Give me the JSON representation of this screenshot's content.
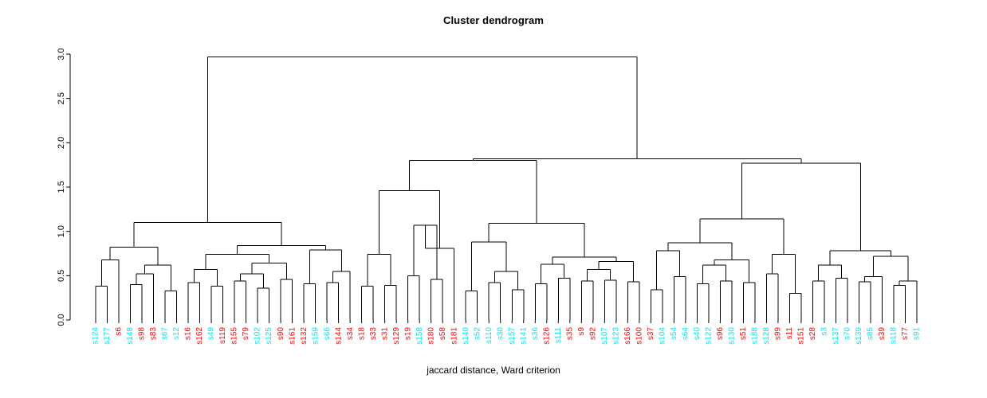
{
  "chart_data": {
    "type": "dendrogram",
    "title": "Cluster dendrogram",
    "xlabel": "jaccard distance, Ward criterion",
    "ylabel": "",
    "ylim": [
      0.0,
      3.0
    ],
    "yticks": [
      "0.0",
      "0.5",
      "1.0",
      "1.5",
      "2.0",
      "2.5",
      "3.0"
    ],
    "ytick_values": [
      0.0,
      0.5,
      1.0,
      1.5,
      2.0,
      2.5,
      3.0
    ],
    "grid": false,
    "legend": "none",
    "n_leaves": 73,
    "colors": {
      "group_cyan": "#00E5EE",
      "group_red": "#FF0000",
      "branch": "#000000",
      "axis": "#000000",
      "background": "#FFFFFF"
    },
    "leaves": [
      {
        "label": "s124",
        "color": "#00E5EE"
      },
      {
        "label": "s177",
        "color": "#00E5EE"
      },
      {
        "label": "s6",
        "color": "#FF0000"
      },
      {
        "label": "s148",
        "color": "#00E5EE"
      },
      {
        "label": "s98",
        "color": "#FF0000"
      },
      {
        "label": "s83",
        "color": "#FF0000"
      },
      {
        "label": "s67",
        "color": "#00E5EE"
      },
      {
        "label": "s12",
        "color": "#00E5EE"
      },
      {
        "label": "s16",
        "color": "#FF0000"
      },
      {
        "label": "s162",
        "color": "#FF0000"
      },
      {
        "label": "s49",
        "color": "#00E5EE"
      },
      {
        "label": "s119",
        "color": "#FF0000"
      },
      {
        "label": "s155",
        "color": "#FF0000"
      },
      {
        "label": "s79",
        "color": "#FF0000"
      },
      {
        "label": "s102",
        "color": "#00E5EE"
      },
      {
        "label": "s125",
        "color": "#00E5EE"
      },
      {
        "label": "s90",
        "color": "#FF0000"
      },
      {
        "label": "s161",
        "color": "#FF0000"
      },
      {
        "label": "s132",
        "color": "#FF0000"
      },
      {
        "label": "s159",
        "color": "#00E5EE"
      },
      {
        "label": "s66",
        "color": "#00E5EE"
      },
      {
        "label": "s144",
        "color": "#FF0000"
      },
      {
        "label": "s34",
        "color": "#FF0000"
      },
      {
        "label": "s18",
        "color": "#FF0000"
      },
      {
        "label": "s33",
        "color": "#FF0000"
      },
      {
        "label": "s31",
        "color": "#FF0000"
      },
      {
        "label": "s129",
        "color": "#FF0000"
      },
      {
        "label": "s19",
        "color": "#FF0000"
      },
      {
        "label": "s158",
        "color": "#00E5EE"
      },
      {
        "label": "s180",
        "color": "#FF0000"
      },
      {
        "label": "s58",
        "color": "#FF0000"
      },
      {
        "label": "s181",
        "color": "#FF0000"
      },
      {
        "label": "s140",
        "color": "#00E5EE"
      },
      {
        "label": "s52",
        "color": "#00E5EE"
      },
      {
        "label": "s110",
        "color": "#00E5EE"
      },
      {
        "label": "s30",
        "color": "#00E5EE"
      },
      {
        "label": "s157",
        "color": "#00E5EE"
      },
      {
        "label": "s141",
        "color": "#00E5EE"
      },
      {
        "label": "s36",
        "color": "#00E5EE"
      },
      {
        "label": "s126",
        "color": "#FF0000"
      },
      {
        "label": "s111",
        "color": "#00E5EE"
      },
      {
        "label": "s35",
        "color": "#FF0000"
      },
      {
        "label": "s9",
        "color": "#FF0000"
      },
      {
        "label": "s92",
        "color": "#FF0000"
      },
      {
        "label": "s107",
        "color": "#00E5EE"
      },
      {
        "label": "s123",
        "color": "#00E5EE"
      },
      {
        "label": "s166",
        "color": "#FF0000"
      },
      {
        "label": "s100",
        "color": "#FF0000"
      },
      {
        "label": "s37",
        "color": "#FF0000"
      },
      {
        "label": "s104",
        "color": "#00E5EE"
      },
      {
        "label": "s54",
        "color": "#00E5EE"
      },
      {
        "label": "s64",
        "color": "#00E5EE"
      },
      {
        "label": "s40",
        "color": "#00E5EE"
      },
      {
        "label": "s122",
        "color": "#00E5EE"
      },
      {
        "label": "s96",
        "color": "#FF0000"
      },
      {
        "label": "s130",
        "color": "#00E5EE"
      },
      {
        "label": "s51",
        "color": "#FF0000"
      },
      {
        "label": "s188",
        "color": "#00E5EE"
      },
      {
        "label": "s128",
        "color": "#00E5EE"
      },
      {
        "label": "s99",
        "color": "#FF0000"
      },
      {
        "label": "s11",
        "color": "#FF0000"
      },
      {
        "label": "s151",
        "color": "#FF0000"
      },
      {
        "label": "s28",
        "color": "#FF0000"
      },
      {
        "label": "s3",
        "color": "#00E5EE"
      },
      {
        "label": "s137",
        "color": "#00E5EE"
      },
      {
        "label": "s70",
        "color": "#00E5EE"
      },
      {
        "label": "s139",
        "color": "#00E5EE"
      },
      {
        "label": "s85",
        "color": "#00E5EE"
      },
      {
        "label": "s39",
        "color": "#FF0000"
      },
      {
        "label": "s118",
        "color": "#00E5EE"
      },
      {
        "label": "s77",
        "color": "#FF0000"
      },
      {
        "label": "s91",
        "color": "#00E5EE"
      }
    ],
    "merges": [
      {
        "id": "m1",
        "a": {
          "leaf": 0
        },
        "b": {
          "leaf": 1
        },
        "height": 0.38
      },
      {
        "id": "m2",
        "a": {
          "node": "m1"
        },
        "b": {
          "leaf": 2
        },
        "height": 0.68
      },
      {
        "id": "m3",
        "a": {
          "leaf": 3
        },
        "b": {
          "leaf": 4
        },
        "height": 0.4
      },
      {
        "id": "m4",
        "a": {
          "node": "m3"
        },
        "b": {
          "leaf": 5
        },
        "height": 0.52
      },
      {
        "id": "m5",
        "a": {
          "leaf": 6
        },
        "b": {
          "leaf": 7
        },
        "height": 0.33
      },
      {
        "id": "m6",
        "a": {
          "node": "m4"
        },
        "b": {
          "node": "m5"
        },
        "height": 0.62
      },
      {
        "id": "m7",
        "a": {
          "node": "m2"
        },
        "b": {
          "node": "m6"
        },
        "height": 0.82
      },
      {
        "id": "m8",
        "a": {
          "leaf": 8
        },
        "b": {
          "leaf": 9
        },
        "height": 0.42
      },
      {
        "id": "m9",
        "a": {
          "leaf": 10
        },
        "b": {
          "leaf": 11
        },
        "height": 0.38
      },
      {
        "id": "m10",
        "a": {
          "node": "m8"
        },
        "b": {
          "node": "m9"
        },
        "height": 0.57
      },
      {
        "id": "m11",
        "a": {
          "leaf": 12
        },
        "b": {
          "leaf": 13
        },
        "height": 0.44
      },
      {
        "id": "m12",
        "a": {
          "leaf": 14
        },
        "b": {
          "leaf": 15
        },
        "height": 0.36
      },
      {
        "id": "m13",
        "a": {
          "node": "m11"
        },
        "b": {
          "node": "m12"
        },
        "height": 0.52
      },
      {
        "id": "m14",
        "a": {
          "leaf": 16
        },
        "b": {
          "leaf": 17
        },
        "height": 0.46
      },
      {
        "id": "m15",
        "a": {
          "node": "m13"
        },
        "b": {
          "node": "m14"
        },
        "height": 0.64
      },
      {
        "id": "m16",
        "a": {
          "node": "m10"
        },
        "b": {
          "node": "m15"
        },
        "height": 0.74
      },
      {
        "id": "m17",
        "a": {
          "leaf": 18
        },
        "b": {
          "leaf": 19
        },
        "height": 0.41
      },
      {
        "id": "m18",
        "a": {
          "leaf": 20
        },
        "b": {
          "leaf": 21
        },
        "height": 0.42
      },
      {
        "id": "m19",
        "a": {
          "node": "m18"
        },
        "b": {
          "leaf": 22
        },
        "height": 0.55
      },
      {
        "id": "m20",
        "a": {
          "node": "m17"
        },
        "b": {
          "node": "m19"
        },
        "height": 0.79
      },
      {
        "id": "m21",
        "a": {
          "node": "m16"
        },
        "b": {
          "node": "m20"
        },
        "height": 0.84
      },
      {
        "id": "m22",
        "a": {
          "node": "m7"
        },
        "b": {
          "node": "m21"
        },
        "height": 1.1
      },
      {
        "id": "m23",
        "a": {
          "leaf": 23
        },
        "b": {
          "leaf": 24
        },
        "height": 0.38
      },
      {
        "id": "m24",
        "a": {
          "leaf": 25
        },
        "b": {
          "leaf": 26
        },
        "height": 0.39
      },
      {
        "id": "m25",
        "a": {
          "node": "m23"
        },
        "b": {
          "node": "m24"
        },
        "height": 0.74
      },
      {
        "id": "m26",
        "a": {
          "leaf": 27
        },
        "b": {
          "leaf": 28
        },
        "height": 0.5
      },
      {
        "id": "m27",
        "a": {
          "leaf": 29
        },
        "b": {
          "leaf": 30
        },
        "height": 0.46
      },
      {
        "id": "m28",
        "a": {
          "node": "m26"
        },
        "b": {
          "node": "m27"
        },
        "height": 1.07
      },
      {
        "id": "m29",
        "a": {
          "node": "m28"
        },
        "b": {
          "leaf": 31
        },
        "height": 0.81
      },
      {
        "id": "m30",
        "a": {
          "node": "m25"
        },
        "b": {
          "node": "m29"
        },
        "height": 1.46
      },
      {
        "id": "m31",
        "a": {
          "leaf": 32
        },
        "b": {
          "leaf": 33
        },
        "height": 0.33
      },
      {
        "id": "m32",
        "a": {
          "leaf": 34
        },
        "b": {
          "leaf": 35
        },
        "height": 0.42
      },
      {
        "id": "m33",
        "a": {
          "leaf": 36
        },
        "b": {
          "leaf": 37
        },
        "height": 0.34
      },
      {
        "id": "m34",
        "a": {
          "node": "m32"
        },
        "b": {
          "node": "m33"
        },
        "height": 0.55
      },
      {
        "id": "m35",
        "a": {
          "node": "m31"
        },
        "b": {
          "node": "m34"
        },
        "height": 0.88
      },
      {
        "id": "m36",
        "a": {
          "leaf": 38
        },
        "b": {
          "leaf": 39
        },
        "height": 0.41
      },
      {
        "id": "m37",
        "a": {
          "leaf": 40
        },
        "b": {
          "leaf": 41
        },
        "height": 0.47
      },
      {
        "id": "m38",
        "a": {
          "node": "m36"
        },
        "b": {
          "node": "m37"
        },
        "height": 0.63
      },
      {
        "id": "m39",
        "a": {
          "leaf": 42
        },
        "b": {
          "leaf": 43
        },
        "height": 0.44
      },
      {
        "id": "m40",
        "a": {
          "leaf": 44
        },
        "b": {
          "leaf": 45
        },
        "height": 0.45
      },
      {
        "id": "m41",
        "a": {
          "node": "m39"
        },
        "b": {
          "node": "m40"
        },
        "height": 0.57
      },
      {
        "id": "m42",
        "a": {
          "leaf": 46
        },
        "b": {
          "leaf": 47
        },
        "height": 0.43
      },
      {
        "id": "m43",
        "a": {
          "node": "m41"
        },
        "b": {
          "node": "m42"
        },
        "height": 0.66
      },
      {
        "id": "m44",
        "a": {
          "node": "m38"
        },
        "b": {
          "node": "m43"
        },
        "height": 0.71
      },
      {
        "id": "m45",
        "a": {
          "node": "m35"
        },
        "b": {
          "node": "m44"
        },
        "height": 1.09
      },
      {
        "id": "m46",
        "a": {
          "node": "m30"
        },
        "b": {
          "node": "m45"
        },
        "height": 1.8
      },
      {
        "id": "m47",
        "a": {
          "leaf": 48
        },
        "b": {
          "leaf": 49
        },
        "height": 0.34
      },
      {
        "id": "m48",
        "a": {
          "leaf": 50
        },
        "b": {
          "leaf": 51
        },
        "height": 0.49
      },
      {
        "id": "m49",
        "a": {
          "node": "m47"
        },
        "b": {
          "node": "m48"
        },
        "height": 0.78
      },
      {
        "id": "m50",
        "a": {
          "leaf": 52
        },
        "b": {
          "leaf": 53
        },
        "height": 0.41
      },
      {
        "id": "m51",
        "a": {
          "leaf": 54
        },
        "b": {
          "leaf": 55
        },
        "height": 0.44
      },
      {
        "id": "m52",
        "a": {
          "node": "m50"
        },
        "b": {
          "node": "m51"
        },
        "height": 0.62
      },
      {
        "id": "m53",
        "a": {
          "leaf": 56
        },
        "b": {
          "leaf": 57
        },
        "height": 0.42
      },
      {
        "id": "m54",
        "a": {
          "node": "m52"
        },
        "b": {
          "node": "m53"
        },
        "height": 0.68
      },
      {
        "id": "m55",
        "a": {
          "node": "m49"
        },
        "b": {
          "node": "m54"
        },
        "height": 0.87
      },
      {
        "id": "m56",
        "a": {
          "leaf": 58
        },
        "b": {
          "leaf": 59
        },
        "height": 0.52
      },
      {
        "id": "m57",
        "a": {
          "leaf": 60
        },
        "b": {
          "leaf": 61
        },
        "height": 0.3
      },
      {
        "id": "m58",
        "a": {
          "node": "m56"
        },
        "b": {
          "node": "m57"
        },
        "height": 0.74
      },
      {
        "id": "m59",
        "a": {
          "node": "m55"
        },
        "b": {
          "node": "m58"
        },
        "height": 1.14
      },
      {
        "id": "m60",
        "a": {
          "leaf": 62
        },
        "b": {
          "leaf": 63
        },
        "height": 0.44
      },
      {
        "id": "m61",
        "a": {
          "leaf": 64
        },
        "b": {
          "leaf": 65
        },
        "height": 0.47
      },
      {
        "id": "m62",
        "a": {
          "node": "m60"
        },
        "b": {
          "node": "m61"
        },
        "height": 0.62
      },
      {
        "id": "m63",
        "a": {
          "leaf": 66
        },
        "b": {
          "leaf": 67
        },
        "height": 0.43
      },
      {
        "id": "m64",
        "a": {
          "node": "m63"
        },
        "b": {
          "leaf": 68
        },
        "height": 0.49
      },
      {
        "id": "m65",
        "a": {
          "leaf": 69
        },
        "b": {
          "leaf": 70
        },
        "height": 0.39
      },
      {
        "id": "m66",
        "a": {
          "node": "m65"
        },
        "b": {
          "leaf": 71
        },
        "height": 0.44
      },
      {
        "id": "m67",
        "a": {
          "node": "m64"
        },
        "b": {
          "node": "m66"
        },
        "height": 0.72
      },
      {
        "id": "m68",
        "a": {
          "node": "m62"
        },
        "b": {
          "node": "m67"
        },
        "height": 0.78
      },
      {
        "id": "m69",
        "a": {
          "node": "m59"
        },
        "b": {
          "node": "m68"
        },
        "height": 1.77
      },
      {
        "id": "m70",
        "a": {
          "node": "m46"
        },
        "b": {
          "node": "m69"
        },
        "height": 1.82
      },
      {
        "id": "m71",
        "a": {
          "node": "m22"
        },
        "b": {
          "node": "m70"
        },
        "height": 2.97
      }
    ]
  }
}
